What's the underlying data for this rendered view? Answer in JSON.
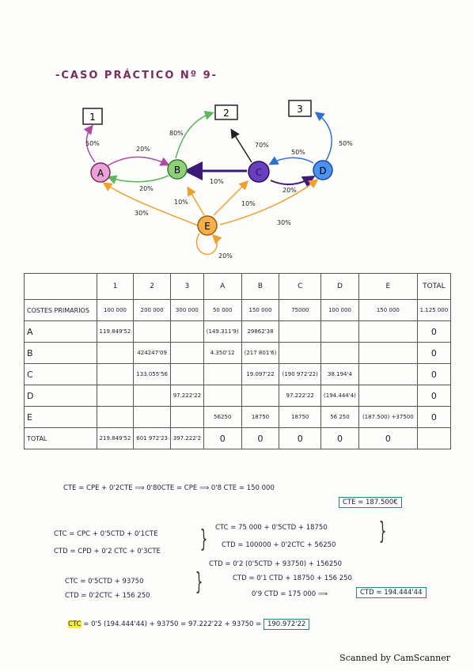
{
  "title": "-CASO PRÁCTICO Nº 9-",
  "diagram": {
    "boxes": [
      "1",
      "2",
      "3"
    ],
    "nodes": [
      "A",
      "B",
      "C",
      "D",
      "E"
    ],
    "edge_labels": {
      "A_1": "50%",
      "A_B": "20%",
      "B_A": "20%",
      "B_2": "80%",
      "C_2": "70%",
      "C_B": "10%",
      "C_D": "20%",
      "D_C": "50%",
      "D_3": "50%",
      "E_A": "30%",
      "E_B": "10%",
      "E_C": "10%",
      "E_D": "30%",
      "E_E": "20%"
    }
  },
  "table": {
    "headers": [
      "",
      "1",
      "2",
      "3",
      "A",
      "B",
      "C",
      "D",
      "E",
      "TOTAL"
    ],
    "rows": [
      {
        "label": "COSTES PRIMARIOS",
        "cells": [
          "100 000",
          "200 000",
          "300 000",
          "50 000",
          "150 000",
          "75000",
          "100 000",
          "150 000",
          "1.125 000"
        ]
      },
      {
        "label": "A",
        "cells": [
          "119.849'52",
          "",
          "",
          "(149.311'9)",
          "29862'38",
          "",
          "",
          "",
          "0"
        ]
      },
      {
        "label": "B",
        "cells": [
          "",
          "424247'09",
          "",
          "4.350'12",
          "(217 801'6)",
          "",
          "",
          "",
          "0"
        ]
      },
      {
        "label": "C",
        "cells": [
          "",
          "133.055'56",
          "",
          "",
          "19.097'22",
          "(190 972'22)",
          "38.194'4",
          "",
          "0"
        ]
      },
      {
        "label": "D",
        "cells": [
          "",
          "",
          "97.222'22",
          "",
          "",
          "97.222'22",
          "(194.444'4)",
          "",
          "0"
        ]
      },
      {
        "label": "E",
        "cells": [
          "",
          "",
          "",
          "56250",
          "18750",
          "18750",
          "56 250",
          "(187.500) +37500",
          "0"
        ]
      },
      {
        "label": "TOTAL",
        "cells": [
          "219.849'52",
          "601 972'23",
          "397.222'2",
          "0",
          "0",
          "0",
          "0",
          "0",
          ""
        ]
      }
    ]
  },
  "equations": {
    "e1": "CTE = CPE + 0'2CTE ⟹ 0'80CTE = CPE ⟹ 0'8 CTE = 150 000",
    "e1_result": "CTE = 187.500€",
    "sys1_a": "CTC = CPC + 0'5CTD + 0'1CTE",
    "sys1_b": "CTD = CPD + 0'2 CTC + 0'3CTE",
    "sys2_a": "CTC = 75 000 + 0'5CTD + 18750",
    "sys2_b": "CTD = 100000 + 0'2CTC + 56250",
    "sys3_a": "CTC = 0'5CTD + 93750",
    "sys3_b": "CTD = 0'2CTC + 156 250",
    "sys4_a": "CTD = 0'2 (0'5CTD + 93750) + 156250",
    "sys4_b": "CTD = 0'1 CTD + 18750 + 156 250",
    "sys4_c": "0'9 CTD = 175 000 ⟹",
    "ctd_result": "CTD = 194.444'44",
    "final_label": "CTC",
    "final_expr": "= 0'5 (194.444'44) + 93750 = 97.222'22 + 93750 =",
    "final_result": "190.972'22"
  },
  "footer": "Scanned by CamScanner"
}
